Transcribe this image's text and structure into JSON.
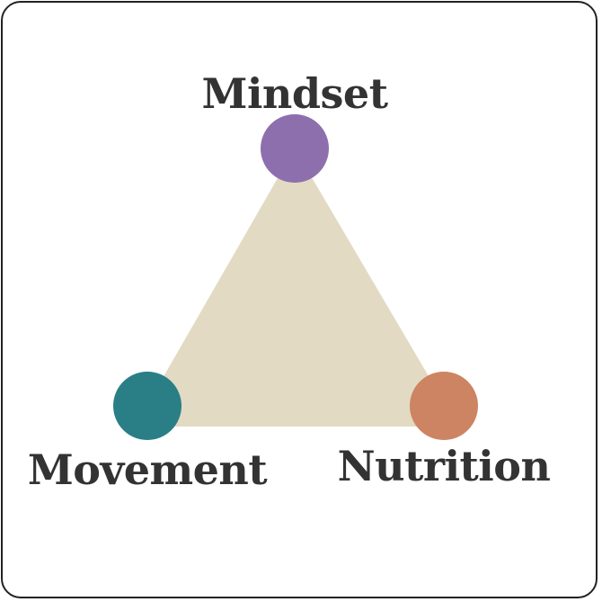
{
  "diagram": {
    "nodes": [
      {
        "id": "mindset",
        "label": "Mindset",
        "color": "#8e6fae"
      },
      {
        "id": "movement",
        "label": "Movement",
        "color": "#2a7f86"
      },
      {
        "id": "nutrition",
        "label": "Nutrition",
        "color": "#cd8462"
      }
    ],
    "triangle_color": "#e2dac3",
    "border_color": "#222222",
    "text_color": "#333333"
  }
}
